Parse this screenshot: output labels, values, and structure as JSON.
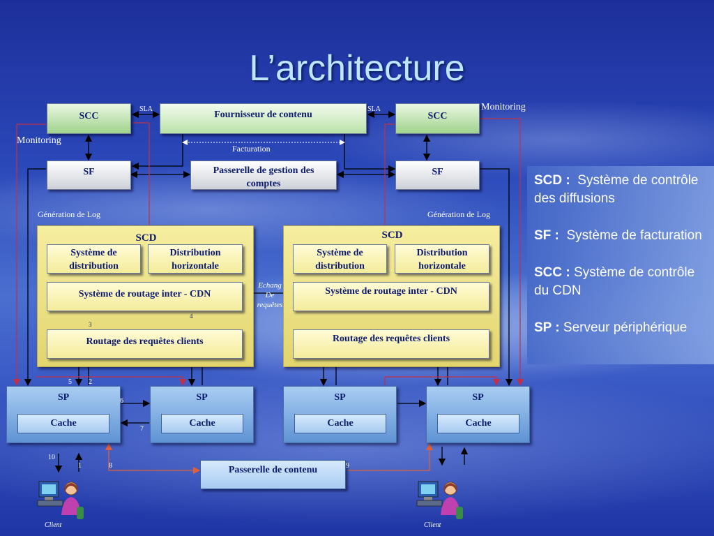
{
  "slide": {
    "title": "L’architecture"
  },
  "top": {
    "scc_left": "SCC",
    "scc_right": "SCC",
    "provider": "Fournisseur de contenu",
    "sf_left": "SF",
    "sf_right": "SF",
    "account_gateway_line1": "Passerelle de gestion des",
    "account_gateway_line2": "comptes"
  },
  "labels": {
    "sla_left": "SLA",
    "sla_right": "SLA",
    "monitoring_left": "Monitoring",
    "monitoring_right": "Monitoring",
    "facturation": "Facturation",
    "log_left": "Génération  de Log",
    "log_right": "Génération  de Log",
    "exchange_line1": "Echang",
    "exchange_line2": "De",
    "exchange_line3": "requêtes"
  },
  "scd_left": {
    "title": "SCD",
    "distribution_line1": "Système de",
    "distribution_line2": "distribution",
    "horizontal_line1": "Distribution",
    "horizontal_line2": "horizontale",
    "routing_inter": "Système de routage inter - CDN",
    "routing_clients": "Routage des requêtes clients"
  },
  "scd_right": {
    "title": "SCD",
    "distribution_line1": "Système de",
    "distribution_line2": "distribution",
    "horizontal_line1": "Distribution",
    "horizontal_line2": "horizontale",
    "routing_inter": "Système de routage inter - CDN",
    "routing_clients": "Routage des requêtes clients"
  },
  "servers": [
    {
      "title": "SP",
      "cache": "Cache"
    },
    {
      "title": "SP",
      "cache": "Cache"
    },
    {
      "title": "SP",
      "cache": "Cache"
    },
    {
      "title": "SP",
      "cache": "Cache"
    }
  ],
  "content_gateway": "Passerelle de contenu",
  "numbers": {
    "n1": "1",
    "n2": "2",
    "n3": "3",
    "n4": "4",
    "n5": "5",
    "n6": "6",
    "n7": "7",
    "n8": "8",
    "n9": "9",
    "n10": "10"
  },
  "clients": {
    "left": "Client",
    "right": "Client"
  },
  "legend": {
    "scd_key": "SCD :",
    "scd_desc": "Système de contrôle des diffusions",
    "sf_key": "SF :",
    "sf_desc": "Système de facturation",
    "scc_key": "SCC :",
    "scc_desc": "Système de contrôle du CDN",
    "sp_key": "SP :",
    "sp_desc": "Serveur périphérique"
  },
  "colors": {
    "arrow_black": "#000000",
    "arrow_red": "#c0304a",
    "arrow_orange": "#e0603a"
  }
}
